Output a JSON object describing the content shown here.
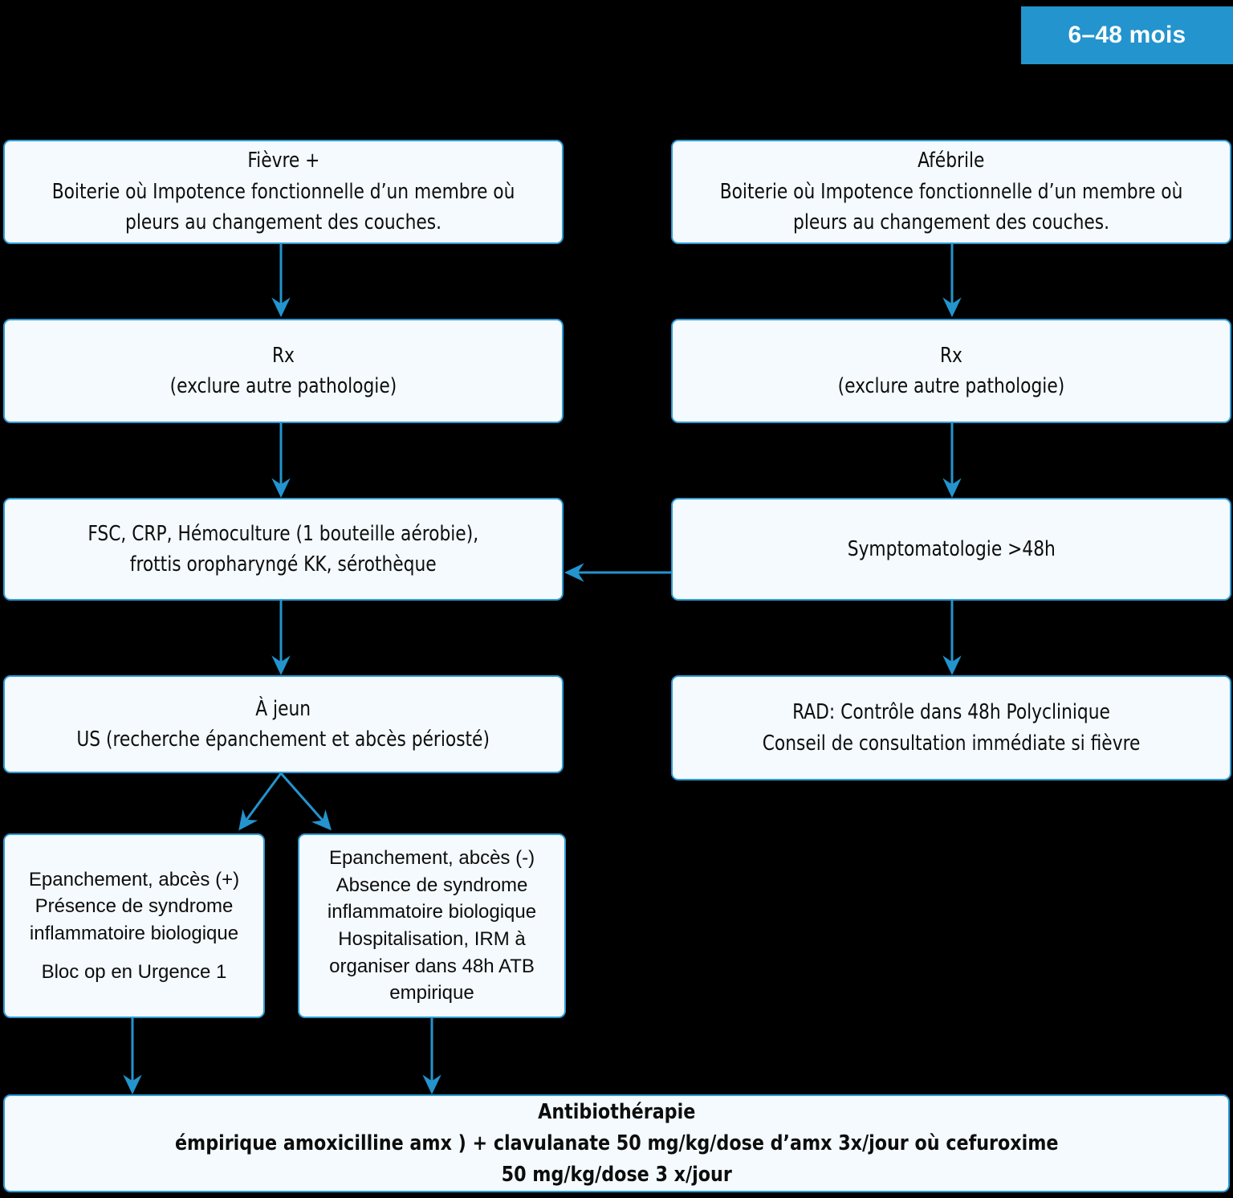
{
  "meta": {
    "background_color": "#000000",
    "accent_color": "#2394CE",
    "box_fill_color": "#F4FAFD",
    "box_border_color": "#2E9BD6",
    "text_color": "#0D0D0D"
  },
  "header": {
    "badge_label": "6–48 mois"
  },
  "nodes": {
    "fever_entry": {
      "title": "Fièvre +",
      "body": "Boiterie où Impotence fonctionnelle d’un membre où\npleurs au changement des couches."
    },
    "afebrile_entry": {
      "title": "Afébrile",
      "body": "Boiterie où Impotence fonctionnelle d’un membre où\npleurs au changement des couches."
    },
    "rx_left": {
      "text": "Rx\n(exclure autre pathologie)"
    },
    "rx_right": {
      "text": "Rx\n(exclure autre pathologie)"
    },
    "labs": {
      "text": "FSC, CRP, Hémoculture (1 bouteille aérobie),\nfrottis oropharyngé KK, sérothèque"
    },
    "symptoms_48h": {
      "text": "Symptomatologie >48h"
    },
    "fasting_us": {
      "text": "À jeun\nUS (recherche épanchement et abcès périosté)"
    },
    "discharge": {
      "text": "RAD: Contrôle dans 48h Polyclinique\nConseil de consultation immédiate si fièvre"
    },
    "effusion_positive": {
      "text_top": "Epanchement, abcès (+)\nPrésence de syndrome\ninflammatoire biologique",
      "text_bottom": "Bloc op en Urgence 1"
    },
    "effusion_negative": {
      "text": "Epanchement, abcès (-)\nAbsence de syndrome\ninflammatoire biologique\nHospitalisation, IRM à\norganiser dans 48h ATB\nempirique"
    },
    "antibiotherapy": {
      "title": "Antibiothérapie",
      "body": "émpirique amoxicilline amx ) + clavulanate 50 mg/kg/dose d’amx 3x/jour où cefuroxime\n50 mg/kg/dose 3 x/jour"
    }
  },
  "connections": [
    {
      "from": "fever_entry",
      "to": "rx_left",
      "type": "arrow-down"
    },
    {
      "from": "afebrile_entry",
      "to": "rx_right",
      "type": "arrow-down"
    },
    {
      "from": "rx_left",
      "to": "labs",
      "type": "arrow-down"
    },
    {
      "from": "rx_right",
      "to": "symptoms_48h",
      "type": "arrow-down"
    },
    {
      "from": "symptoms_48h",
      "to": "labs",
      "type": "arrow-left"
    },
    {
      "from": "labs",
      "to": "fasting_us",
      "type": "arrow-down"
    },
    {
      "from": "symptoms_48h",
      "to": "discharge",
      "type": "arrow-down"
    },
    {
      "from": "fasting_us",
      "to": "effusion_positive",
      "type": "arrow-diagonal-left"
    },
    {
      "from": "fasting_us",
      "to": "effusion_negative",
      "type": "arrow-diagonal-right"
    },
    {
      "from": "effusion_positive",
      "to": "antibiotherapy",
      "type": "arrow-down"
    },
    {
      "from": "effusion_negative",
      "to": "antibiotherapy",
      "type": "arrow-down"
    }
  ]
}
